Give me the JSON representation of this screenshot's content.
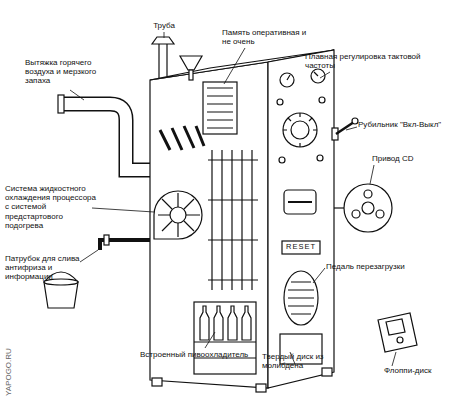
{
  "diagram": {
    "labels": [
      "Труба",
      "Вытяжка горячего воздуха и мерзкого запаха",
      "Память оперативная и не очень",
      "Плавная регулировка тактовой частоты",
      "Рубильник \"Вкл-Выкл\"",
      "Привод CD",
      "Система жидкостного охлаждения процессора с системой предстартового подогрева",
      "Патрубок для слива антифриза и информации",
      "Педаль перезагрузки",
      "Встроенный пивоохладитель",
      "Твердый диск из молибдена",
      "Флоппи-диск",
      "RESET",
      "YAPOGO.RU"
    ]
  }
}
